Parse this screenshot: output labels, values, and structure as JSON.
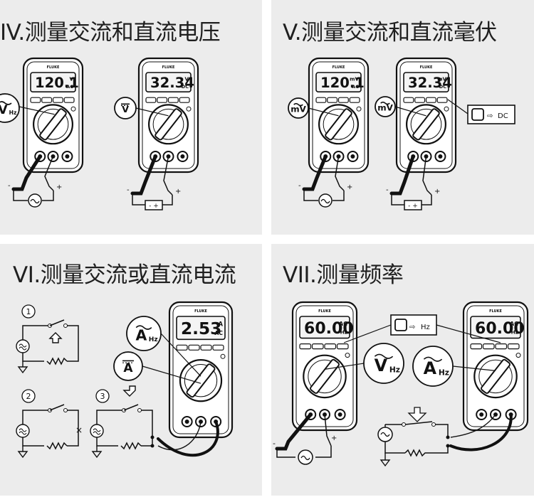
{
  "panels": {
    "iv": {
      "title": "IV.测量交流和直流电压",
      "meter_left": {
        "reading": "120.1",
        "unit_top": "V",
        "unit_bottom": "AC",
        "dial_symbol": "V",
        "dial_sub": "Hz",
        "source": "~"
      },
      "meter_right": {
        "reading": "32.34",
        "unit_top": "V",
        "unit_bottom": "DC",
        "dial_symbol": "V",
        "source": "- +"
      }
    },
    "v": {
      "title": "V.测量交流和直流毫伏",
      "meter_left": {
        "reading": "120.1",
        "unit_top": "mV",
        "unit_bottom": "AC",
        "dial_symbol": "mV",
        "source": "~"
      },
      "meter_right": {
        "reading": "32.34",
        "unit_top": "mV",
        "unit_bottom": "DC",
        "dial_symbol": "mV",
        "source": "- +"
      },
      "select_callout": "DC"
    },
    "vi": {
      "title": "VI.测量交流或直流电流",
      "steps": [
        "1",
        "2",
        "3"
      ],
      "meter": {
        "reading": "2.53",
        "unit_top": "A",
        "unit_bottom": "AC"
      },
      "dial_ac": {
        "symbol": "A",
        "sub": "Hz"
      },
      "dial_dc": {
        "symbol": "A"
      }
    },
    "vii": {
      "title": "VII.测量频率",
      "meter_left": {
        "reading": "60.00",
        "unit_top": "AC",
        "unit_bottom": "Hz"
      },
      "meter_right": {
        "reading": "60.00",
        "unit_top": "AC",
        "unit_bottom": "Hz"
      },
      "select_callout": "Hz",
      "dial_v": {
        "symbol": "V",
        "sub": "Hz"
      },
      "dial_a": {
        "symbol": "A",
        "sub": "Hz"
      }
    }
  },
  "brand": "FLUKE",
  "colors": {
    "panel_bg": "#ececec",
    "ink": "#111111",
    "lcd": "#f4f4f4"
  }
}
